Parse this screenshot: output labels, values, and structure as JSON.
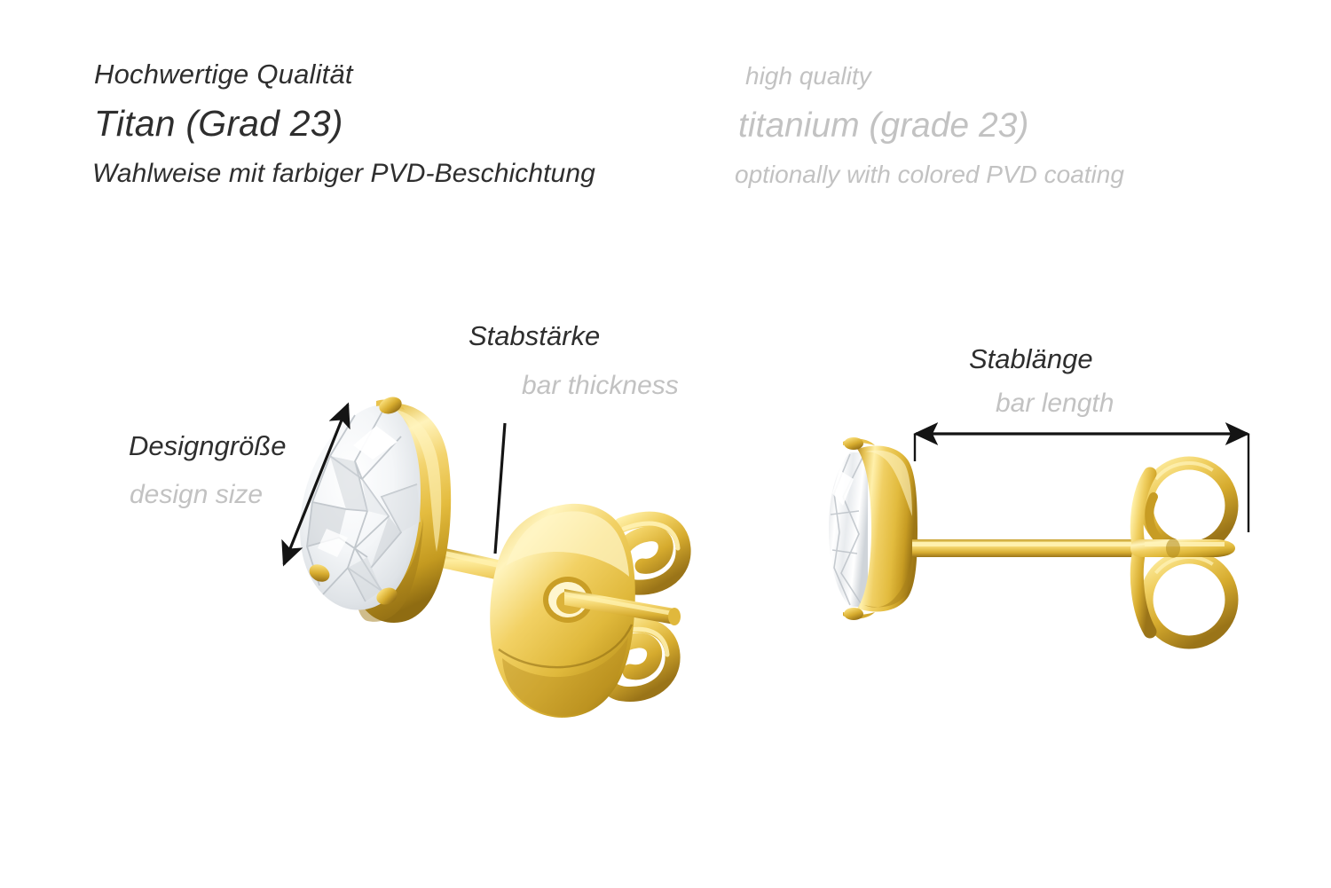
{
  "header": {
    "german": {
      "line1": "Hochwertige Qualität",
      "line2": "Titan (Grad 23)",
      "line3": "Wahlweise mit farbiger PVD-Beschichtung"
    },
    "english": {
      "line1": "high quality",
      "line2": "titanium (grade 23)",
      "line3": "optionally with colored PVD coating"
    }
  },
  "callouts": {
    "design_size": {
      "german": "Designgröße",
      "english": "design size"
    },
    "bar_thickness": {
      "german": "Stabstärke",
      "english": "bar thickness"
    },
    "bar_length": {
      "german": "Stablänge",
      "english": "bar length"
    }
  },
  "colors": {
    "german_text": "#2e2e2e",
    "english_text": "#c2c2c2",
    "annotation_line": "#1a1a1a",
    "gold_dark": "#a8801a",
    "gold_mid": "#e8c24a",
    "gold_light": "#ffeea0",
    "gold_deep": "#7d5c0d",
    "crystal_light": "#ffffff",
    "crystal_shade": "#c4c8cc",
    "background": "#ffffff"
  },
  "diagram": {
    "type": "product-specification",
    "product": "titanium ear stud with pear-cut crystal",
    "views": [
      {
        "name": "three-quarter-view",
        "parts": [
          "pear-bezel-setting",
          "clear-pear-crystal",
          "post-bar",
          "butterfly-clasp"
        ],
        "annotations": [
          "design_size",
          "bar_thickness"
        ]
      },
      {
        "name": "side-profile-view",
        "parts": [
          "round-bezel-setting",
          "clear-crystal-edge",
          "post-bar",
          "butterfly-clasp"
        ],
        "annotations": [
          "bar_length"
        ]
      }
    ]
  }
}
